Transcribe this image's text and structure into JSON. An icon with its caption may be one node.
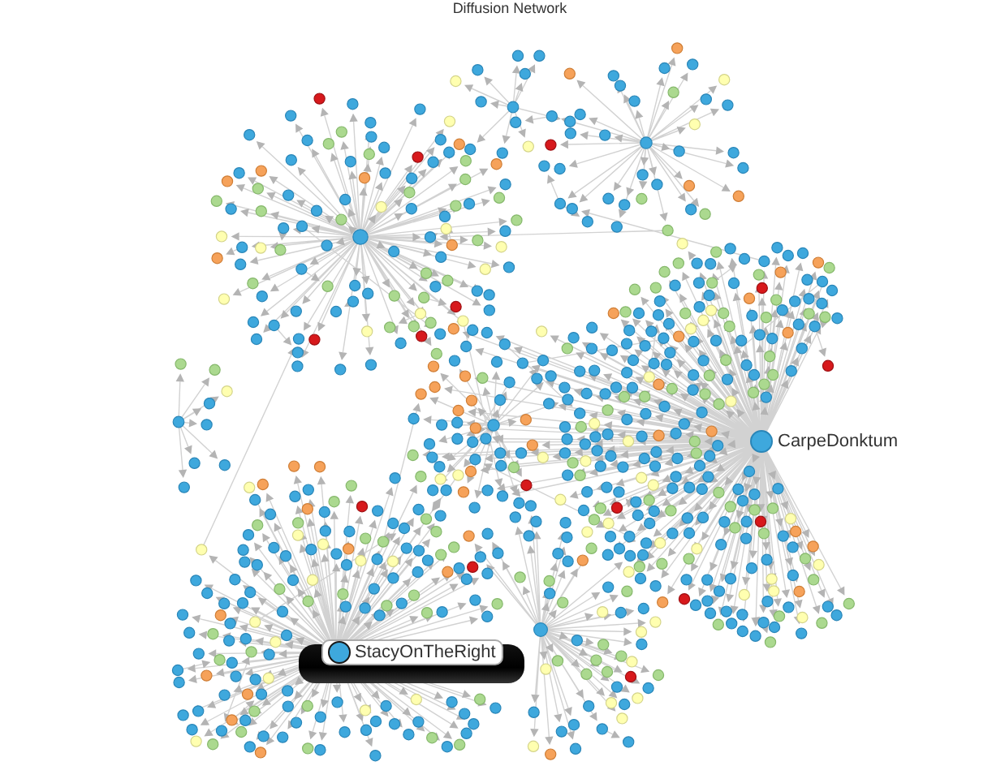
{
  "diagram": {
    "title": "Diffusion Network",
    "nodes": [
      {
        "text": [
          "CarpeDonktum"
        ]
      },
      {
        "text": [
          "StacyOnTheRight"
        ]
      }
    ]
  }
}
